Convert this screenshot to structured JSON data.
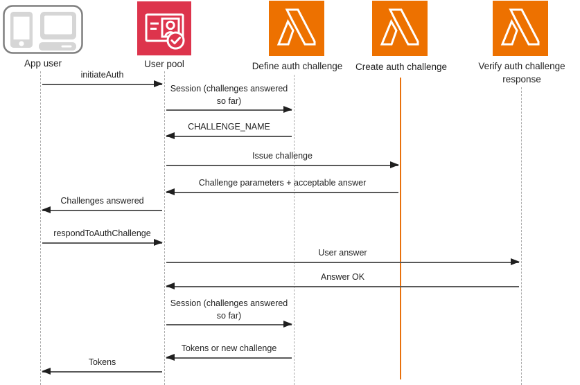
{
  "diagram_type": "sequence-diagram",
  "subject": "Amazon Cognito custom authentication challenge Lambda flow",
  "actors": [
    {
      "label": "App user",
      "icon": "devices-icon"
    },
    {
      "label": "User pool",
      "icon": "user-pool-card-icon"
    },
    {
      "label": "Define auth challenge",
      "icon": "lambda-icon"
    },
    {
      "label": "Create auth challenge",
      "icon": "lambda-icon"
    },
    {
      "label": "Verify auth challenge response",
      "icon": "lambda-icon"
    }
  ],
  "messages": [
    {
      "from": "App user",
      "to": "User pool",
      "label": "initiateAuth",
      "direction": "right"
    },
    {
      "from": "User pool",
      "to": "Define auth challenge",
      "label": "Session (challenges answered so far)",
      "direction": "right"
    },
    {
      "from": "Define auth challenge",
      "to": "User pool",
      "label": "CHALLENGE_NAME",
      "direction": "left"
    },
    {
      "from": "User pool",
      "to": "Create auth challenge",
      "label": "Issue challenge",
      "direction": "right"
    },
    {
      "from": "Create auth challenge",
      "to": "User pool",
      "label": "Challenge parameters + acceptable answer",
      "direction": "left"
    },
    {
      "from": "User pool",
      "to": "App user",
      "label": "Challenges answered",
      "direction": "left"
    },
    {
      "from": "App user",
      "to": "User pool",
      "label": "respondToAuthChallenge",
      "direction": "right"
    },
    {
      "from": "User pool",
      "to": "Verify auth challenge response",
      "label": "User answer",
      "direction": "right"
    },
    {
      "from": "Verify auth challenge response",
      "to": "User pool",
      "label": "Answer OK",
      "direction": "left"
    },
    {
      "from": "User pool",
      "to": "Define auth challenge",
      "label": "Session (challenges answered so far)",
      "direction": "right"
    },
    {
      "from": "Define auth challenge",
      "to": "User pool",
      "label": "Tokens or new challenge",
      "direction": "left"
    },
    {
      "from": "User pool",
      "to": "App user",
      "label": "Tokens",
      "direction": "left"
    }
  ],
  "colors": {
    "user_pool_red": "#DD344C",
    "lambda_orange": "#ED7100",
    "active_lifeline_orange": "#E8710D",
    "arrow_line_gray": "#595959",
    "arrowhead_black": "#1f1f1f",
    "lifeline_gray": "#ababab",
    "device_gray": "#d6d6d6"
  }
}
